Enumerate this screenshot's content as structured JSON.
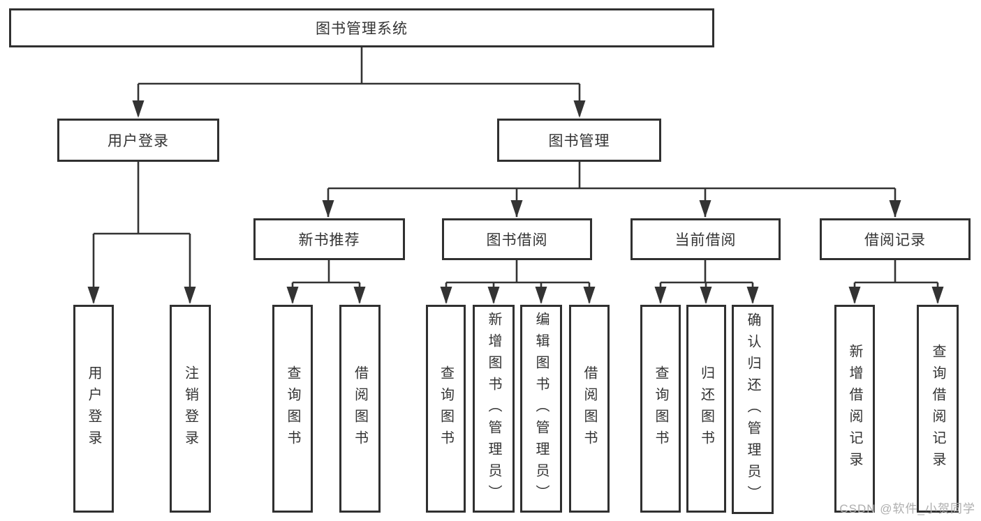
{
  "tree": {
    "label": "图书管理系统",
    "children": [
      {
        "label": "用户登录",
        "children": [
          {
            "label": "用户登录"
          },
          {
            "label": "注销登录"
          }
        ]
      },
      {
        "label": "图书管理",
        "children": [
          {
            "label": "新书推荐",
            "children": [
              {
                "label": "查询图书"
              },
              {
                "label": "借阅图书"
              }
            ]
          },
          {
            "label": "图书借阅",
            "children": [
              {
                "label": "查询图书"
              },
              {
                "label": "新增图书（管理员）"
              },
              {
                "label": "编辑图书（管理员）"
              },
              {
                "label": "借阅图书"
              }
            ]
          },
          {
            "label": "当前借阅",
            "children": [
              {
                "label": "查询图书"
              },
              {
                "label": "归还图书"
              },
              {
                "label": "确认归还（管理员）"
              }
            ]
          },
          {
            "label": "借阅记录",
            "children": [
              {
                "label": "新增借阅记录"
              },
              {
                "label": "查询借阅记录"
              }
            ]
          }
        ]
      }
    ]
  },
  "watermark": {
    "text": "CSDN @软件_小贺同学"
  },
  "colors": {
    "background": "#ffffff",
    "box_border": "#303030",
    "connector_line": "#333333",
    "text": "#333333",
    "watermark": "#aeaeae"
  }
}
